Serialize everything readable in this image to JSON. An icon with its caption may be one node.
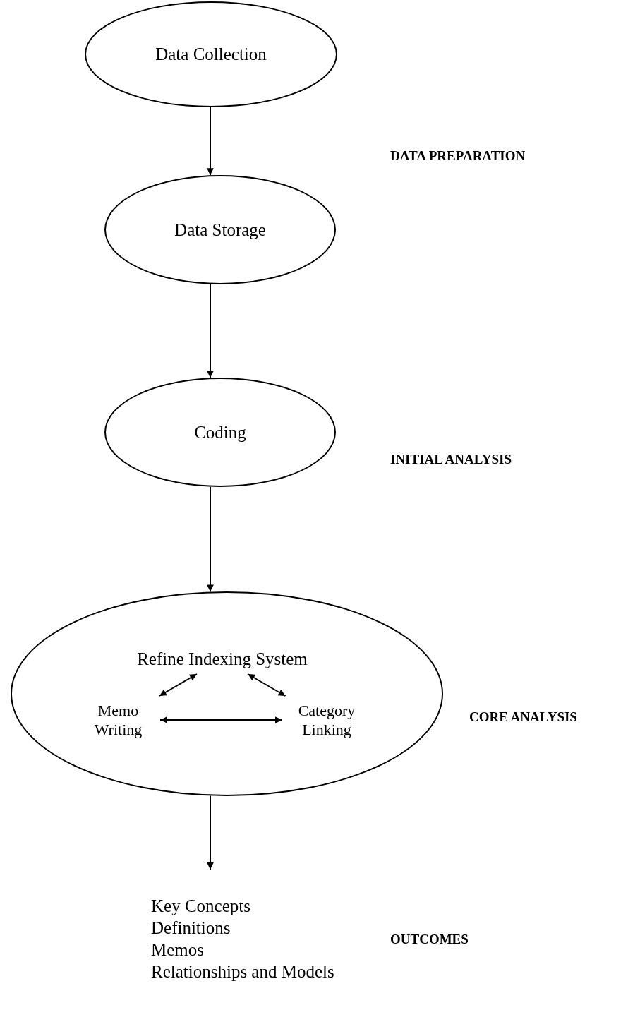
{
  "diagram": {
    "nodes": [
      {
        "text": [
          "Data Collection"
        ]
      },
      {
        "text": [
          "Data Storage"
        ]
      },
      {
        "text": [
          "Coding"
        ]
      },
      {
        "text": [],
        "shape": "ellipse"
      },
      {
        "text": [
          "Refine Indexing System"
        ],
        "in": 3
      },
      {
        "text": [
          "Memo Writing"
        ],
        "in": 3
      },
      {
        "text": [
          "Category Linking"
        ],
        "in": 3
      },
      {
        "text": [
          "Key Concepts",
          "Definitions",
          "Memos",
          "Relationships and Models"
        ]
      }
    ],
    "edges": [
      {
        "from": 0,
        "to": 1,
        "arrow": "to"
      },
      {
        "from": 1,
        "to": 2,
        "arrow": "to"
      },
      {
        "from": 2,
        "to": 3,
        "arrow": "to"
      },
      {
        "from": 4,
        "to": 5,
        "arrow": "both"
      },
      {
        "from": 4,
        "to": 6,
        "arrow": "both"
      },
      {
        "from": 5,
        "to": 6,
        "arrow": "both"
      },
      {
        "from": 3,
        "to": 7,
        "arrow": "to"
      }
    ],
    "labels": [
      "DATA PREPARATION",
      "INITIAL ANALYSIS",
      "CORE ANALYSIS",
      "OUTCOMES"
    ]
  }
}
